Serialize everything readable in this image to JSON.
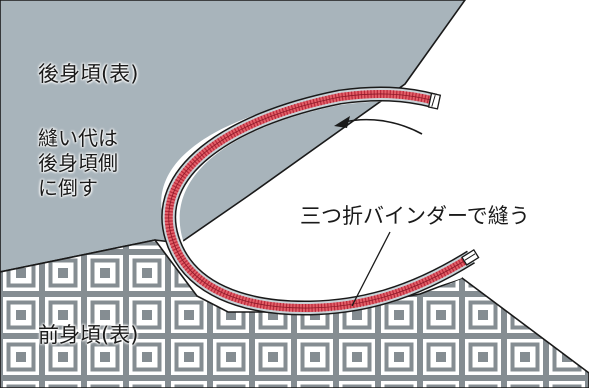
{
  "labels": {
    "back_body": "後身頃(表)",
    "front_body": "前身頃(表)",
    "seam_allowance_note": [
      "縫い代は",
      "後身頃側",
      "に倒す"
    ],
    "binder_instruction": "三つ折バインダーで縫う"
  },
  "colors": {
    "back_body_fill": "#a8b4bb",
    "front_pattern_dark": "#858d92",
    "front_pattern_light": "#ffffff",
    "binding_fill": "#e25f68",
    "binding_stitch": "#b8283a",
    "outline": "#1a1a1a"
  },
  "icons": {
    "direction": "curved-arrow-icon"
  }
}
